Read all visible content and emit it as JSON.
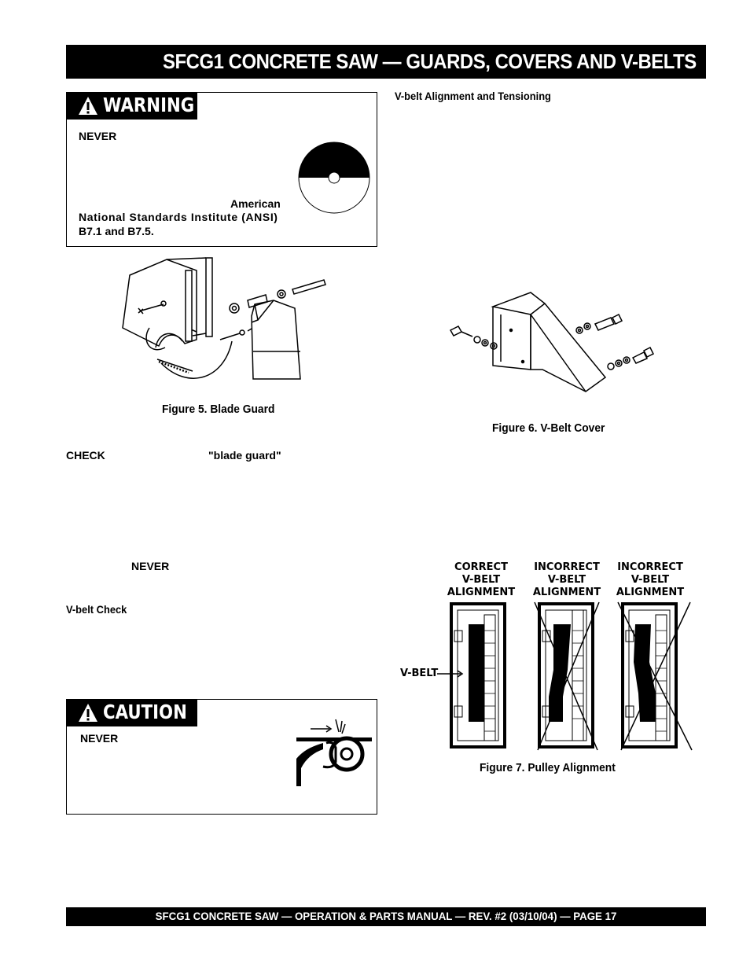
{
  "header": {
    "title": "SFCG1 CONCRETE SAW — GUARDS, COVERS AND V-BELTS"
  },
  "warning_box": {
    "tag": "WARNING",
    "never": "NEVER",
    "line1": "American",
    "line2": "National Standards Institute (ANSI)",
    "line3": "B7.1 and B7.5."
  },
  "left": {
    "figure5_caption": "Figure 5. Blade Guard",
    "check": "CHECK",
    "blade_guard": "\"blade guard\"",
    "never2": "NEVER",
    "vbelt_check": "V-belt Check"
  },
  "caution_box": {
    "tag": "CAUTION",
    "never": "NEVER"
  },
  "right": {
    "alignment_heading": "V-belt Alignment and Tensioning",
    "figure6_caption": "Figure 6. V-Belt Cover",
    "figure7_caption": "Figure 7. Pulley Alignment",
    "vbelt_label": "V-BELT",
    "panels": [
      {
        "line1": "CORRECT",
        "line2": "V-BELT",
        "line3": "ALIGNMENT"
      },
      {
        "line1": "INCORRECT",
        "line2": "V-BELT",
        "line3": "ALIGNMENT"
      },
      {
        "line1": "INCORRECT",
        "line2": "V-BELT",
        "line3": "ALIGNMENT"
      }
    ]
  },
  "footer": {
    "text": "SFCG1 CONCRETE SAW — OPERATION & PARTS MANUAL — REV. #2  (03/10/04) — PAGE 17"
  }
}
